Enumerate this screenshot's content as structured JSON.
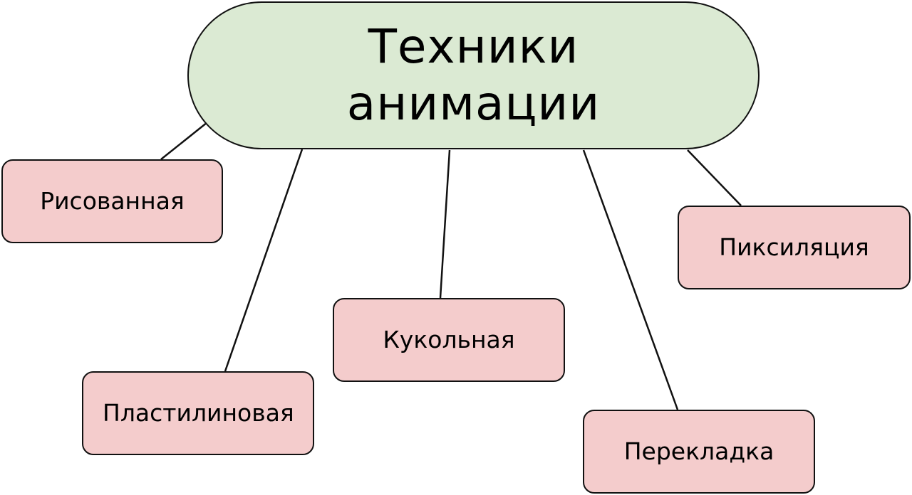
{
  "diagram": {
    "root": {
      "title": "Техники\nанимации",
      "fill": "#dbead3"
    },
    "nodes": [
      {
        "id": "drawn",
        "label": "Рисованная",
        "fill": "#f4cccc"
      },
      {
        "id": "plasticine",
        "label": "Пластилиновая",
        "fill": "#f4cccc"
      },
      {
        "id": "puppet",
        "label": "Кукольная",
        "fill": "#f4cccc"
      },
      {
        "id": "cutout",
        "label": "Перекладка",
        "fill": "#f4cccc"
      },
      {
        "id": "pixilation",
        "label": "Пиксиляция",
        "fill": "#f4cccc"
      }
    ],
    "edge_color": "#111111"
  }
}
